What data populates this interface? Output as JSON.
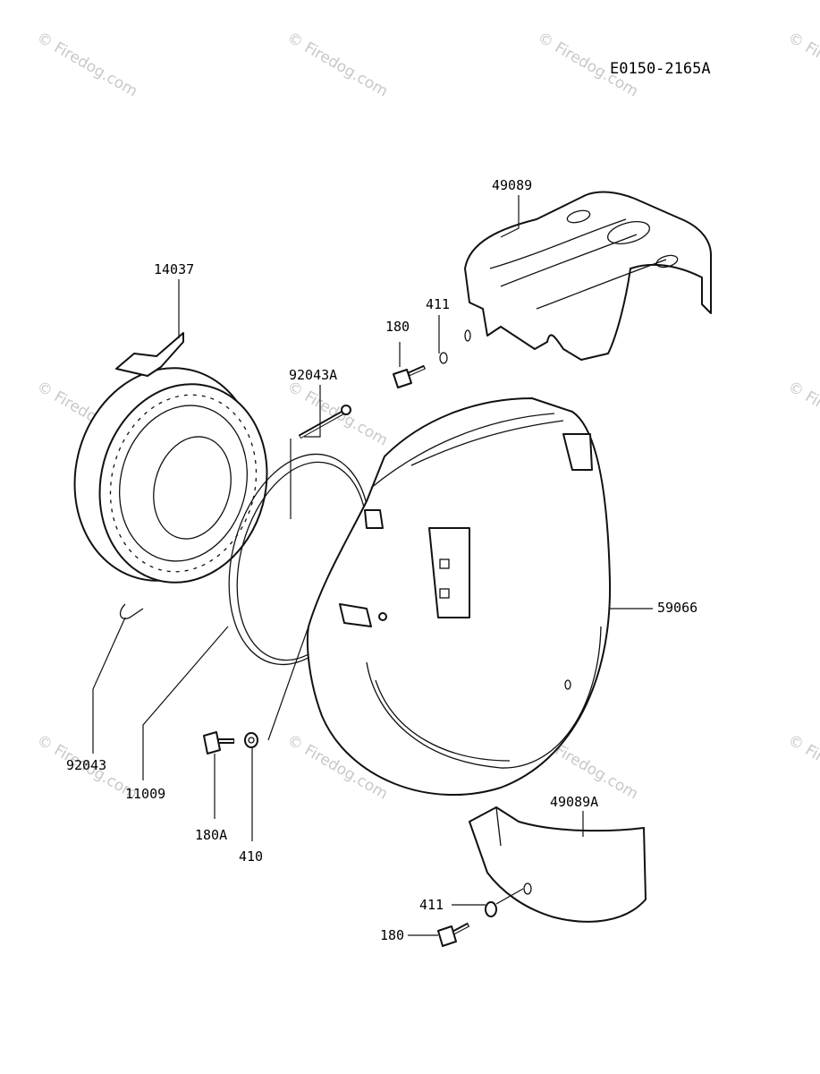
{
  "diagram_code": "E0150-2165A",
  "watermark": "© Firedog.com",
  "parts": {
    "p14037": "14037",
    "p92043A": "92043A",
    "p92043": "92043",
    "p11009": "11009",
    "p180A": "180A",
    "p410": "410",
    "p180_top": "180",
    "p411_top": "411",
    "p49089": "49089",
    "p59066": "59066",
    "p49089A": "49089A",
    "p411_bottom": "411",
    "p180_bottom": "180"
  }
}
